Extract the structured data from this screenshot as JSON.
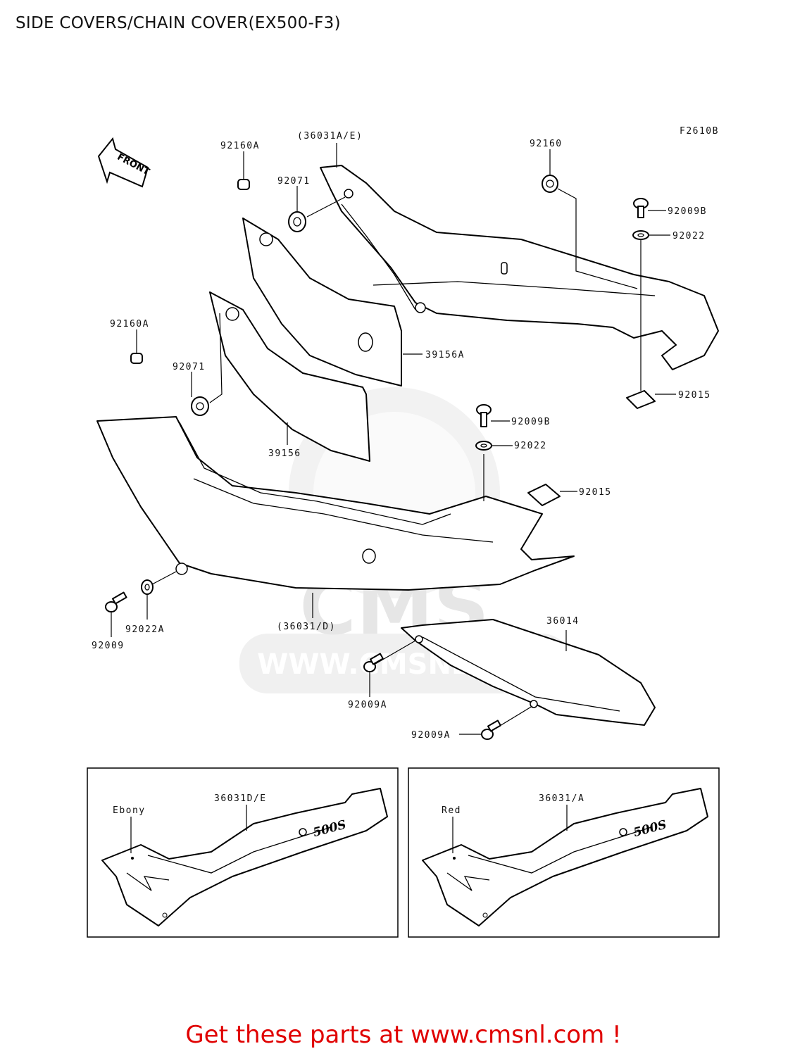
{
  "title": "SIDE COVERS/CHAIN COVER(EX500-F3)",
  "figure_code": "F2610B",
  "front_label": "FRONT",
  "watermark": {
    "logo": "CMS",
    "url": "WWW.CMSNL.COM"
  },
  "callouts": [
    {
      "id": "c1",
      "text": "(36031A/E)"
    },
    {
      "id": "c2",
      "text": "92160A"
    },
    {
      "id": "c3",
      "text": "92071"
    },
    {
      "id": "c4",
      "text": "92160"
    },
    {
      "id": "c5",
      "text": "92009B"
    },
    {
      "id": "c6",
      "text": "92022"
    },
    {
      "id": "c7",
      "text": "92160A"
    },
    {
      "id": "c8",
      "text": "39156A"
    },
    {
      "id": "c9",
      "text": "92071"
    },
    {
      "id": "c10",
      "text": "92015"
    },
    {
      "id": "c11",
      "text": "92009B"
    },
    {
      "id": "c12",
      "text": "92022"
    },
    {
      "id": "c13",
      "text": "39156"
    },
    {
      "id": "c14",
      "text": "92015"
    },
    {
      "id": "c15",
      "text": "92022A"
    },
    {
      "id": "c16",
      "text": "92009"
    },
    {
      "id": "c17",
      "text": "(36031/D)"
    },
    {
      "id": "c18",
      "text": "36014"
    },
    {
      "id": "c19",
      "text": "92009A"
    },
    {
      "id": "c20",
      "text": "92009A"
    }
  ],
  "insets": [
    {
      "color_label": "Ebony",
      "part_label": "36031D/E",
      "badge": "500S"
    },
    {
      "color_label": "Red",
      "part_label": "36031/A",
      "badge": "500S"
    }
  ],
  "cta": "Get these parts at www.cmsnl.com !"
}
